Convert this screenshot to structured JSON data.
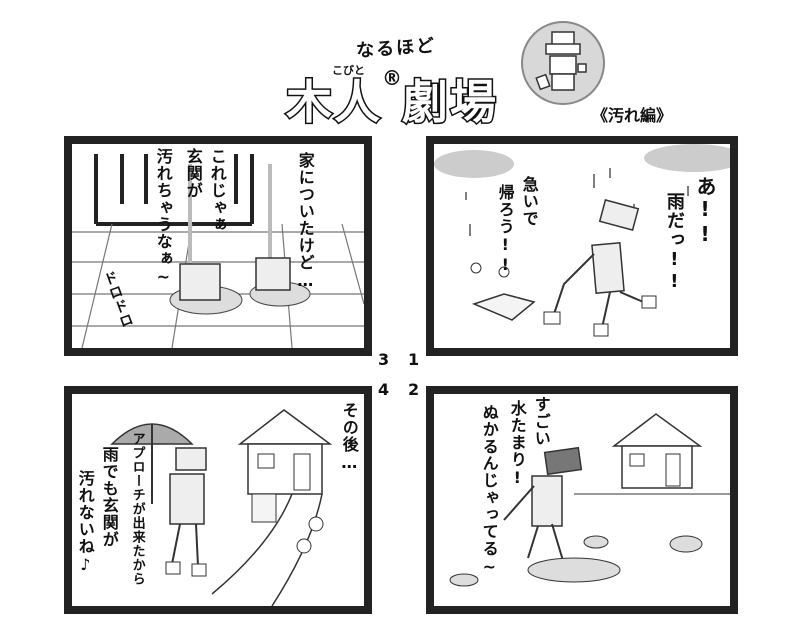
{
  "header": {
    "prefix": "なるほど",
    "ruby": "こびと",
    "title_main": "木人",
    "title_mark": "®",
    "title_tail": "劇場",
    "subtitle": "《汚れ編》"
  },
  "panel_numbers": {
    "p1": "1",
    "p2": "2",
    "p3": "3",
    "p4": "4"
  },
  "panel1": {
    "bubble_a": "あ!!",
    "bubble_b": "雨だっ!!",
    "thought_a": "急いで",
    "thought_b": "帰ろう!!"
  },
  "panel2": {
    "bubble_a": "すごい",
    "bubble_b": "水たまり!",
    "bubble_c": "ぬかるんじゃってる~"
  },
  "panel3": {
    "line_a": "家についたけど…",
    "line_b": "これじゃぁ",
    "line_c": "玄関が",
    "line_d": "汚れちゃうなぁ~",
    "sfx": "ドロドロ"
  },
  "panel4": {
    "line_a": "その後…",
    "line_b": "アプローチが出来たから",
    "line_c": "雨でも玄関が",
    "line_d": "汚れないね♪"
  },
  "colors": {
    "frame": "#222222",
    "paper": "#ffffff",
    "ink": "#111111",
    "gray": "#bbbbbb"
  }
}
